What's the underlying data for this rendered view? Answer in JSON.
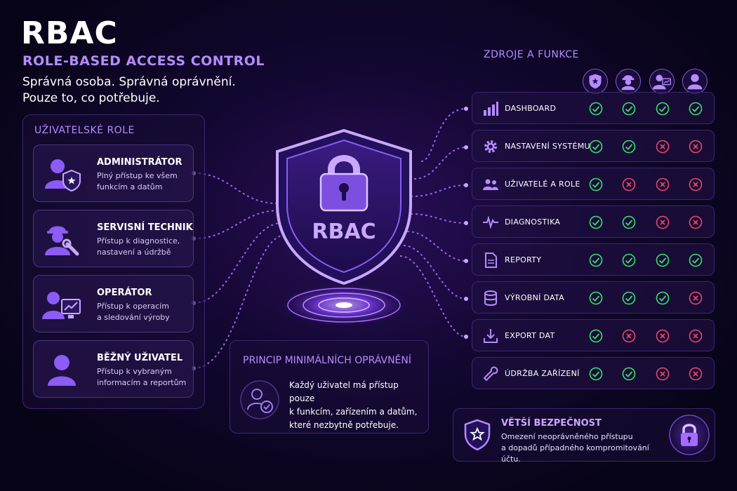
{
  "header": {
    "title": "RBAC",
    "subtitle": "ROLE-BASED ACCESS CONTROL",
    "tagline_line1": "Správná osoba. Správná oprávnění.",
    "tagline_line2": "Pouze to, co potřebuje."
  },
  "roles": {
    "title": "UŽIVATELSKÉ ROLE",
    "items": [
      {
        "name": "ADMINISTRÁTOR",
        "desc1": "Plný přístup ke všem",
        "desc2": "funkcím a datům",
        "icon": "admin-user-icon"
      },
      {
        "name": "SERVISNÍ TECHNIK",
        "desc1": "Přístup k diagnostice,",
        "desc2": "nastavení a údržbě",
        "icon": "technician-icon"
      },
      {
        "name": "OPERÁTOR",
        "desc1": "Přístup k operacím",
        "desc2": "a sledování výroby",
        "icon": "operator-icon"
      },
      {
        "name": "BĚŽNÝ UŽIVATEL",
        "desc1": "Přístup k vybraným",
        "desc2": "informacím a reportům",
        "icon": "user-icon"
      }
    ]
  },
  "center": {
    "shield_label": "RBAC",
    "principle_title": "PRINCIP MINIMÁLNÍCH OPRÁVNĚNÍ",
    "principle_line1": "Každý uživatel má přístup pouze",
    "principle_line2": "k funkcím, zařízením a datům,",
    "principle_line3": "které nezbytně potřebuje."
  },
  "resources": {
    "title": "ZDROJE A FUNKCE",
    "column_icons": [
      "admin-shield-icon",
      "technician-icon",
      "operator-icon",
      "user-icon"
    ],
    "rows": [
      {
        "label": "DASHBOARD",
        "icon": "bar-chart-icon",
        "access": [
          true,
          true,
          true,
          true
        ]
      },
      {
        "label": "NASTAVENÍ SYSTÉMU",
        "icon": "gear-icon",
        "access": [
          true,
          true,
          false,
          false
        ]
      },
      {
        "label": "UŽIVATELÉ A ROLE",
        "icon": "users-icon",
        "access": [
          true,
          false,
          false,
          false
        ]
      },
      {
        "label": "DIAGNOSTIKA",
        "icon": "pulse-icon",
        "access": [
          true,
          true,
          false,
          false
        ]
      },
      {
        "label": "REPORTY",
        "icon": "document-icon",
        "access": [
          true,
          true,
          true,
          true
        ]
      },
      {
        "label": "VÝROBNÍ DATA",
        "icon": "database-icon",
        "access": [
          true,
          true,
          true,
          false
        ]
      },
      {
        "label": "EXPORT DAT",
        "icon": "download-icon",
        "access": [
          true,
          false,
          false,
          false
        ]
      },
      {
        "label": "ÚDRŽBA ZAŘÍZENÍ",
        "icon": "wrench-icon",
        "access": [
          true,
          true,
          false,
          false
        ]
      }
    ]
  },
  "security": {
    "title": "VĚTŠÍ BEZPEČNOST",
    "line1": "Omezení neoprávněného přístupu",
    "line2": "a dopadů případného kompromitování účtu."
  },
  "colors": {
    "accent": "#b48cff",
    "allowed": "#3ddc6e",
    "denied": "#e8466a",
    "line": "#a66bff"
  }
}
